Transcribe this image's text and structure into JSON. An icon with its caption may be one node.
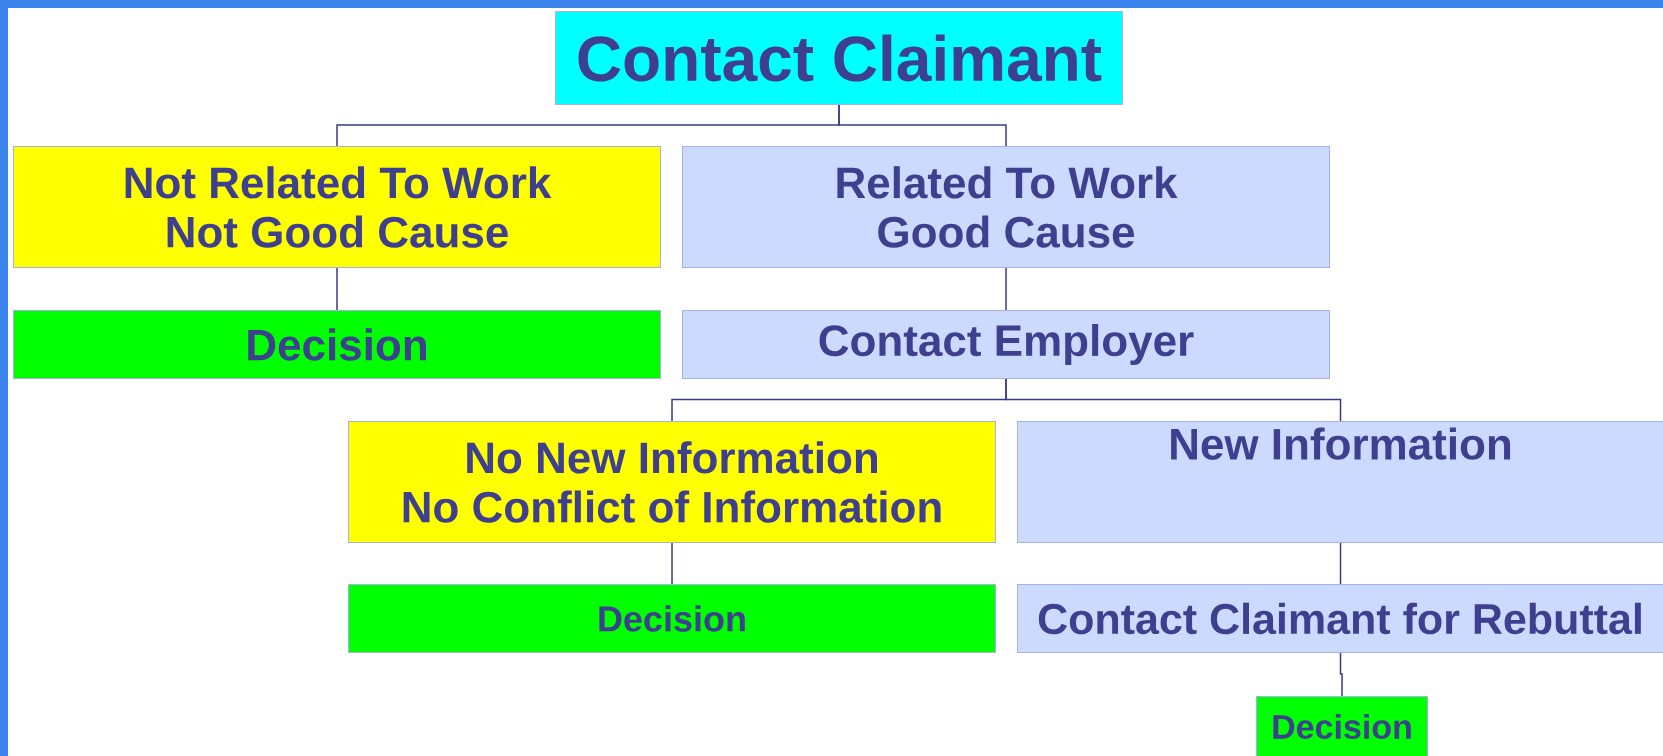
{
  "diagram": {
    "nodes": [
      {
        "text": [
          "Contact Claimant"
        ]
      },
      {
        "text": [
          "Not Related To Work Not Good Cause"
        ]
      },
      {
        "text": [
          "Related To Work Good Cause"
        ]
      },
      {
        "text": [
          "Decision"
        ]
      },
      {
        "text": [
          "Contact Employer"
        ]
      },
      {
        "text": [
          "No New Information No Conflict of Information"
        ]
      },
      {
        "text": [
          "New Information"
        ]
      },
      {
        "text": [
          "Decision"
        ]
      },
      {
        "text": [
          "Contact Claimant for Rebuttal"
        ]
      },
      {
        "text": [
          "Decision"
        ]
      }
    ],
    "edges": [
      {
        "from": 0,
        "to": 1,
        "arrow": "none"
      },
      {
        "from": 0,
        "to": 2,
        "arrow": "none"
      },
      {
        "from": 1,
        "to": 3,
        "arrow": "none"
      },
      {
        "from": 2,
        "to": 4,
        "arrow": "none"
      },
      {
        "from": 4,
        "to": 5,
        "arrow": "none"
      },
      {
        "from": 4,
        "to": 6,
        "arrow": "none"
      },
      {
        "from": 5,
        "to": 7,
        "arrow": "none"
      },
      {
        "from": 6,
        "to": 8,
        "arrow": "none"
      },
      {
        "from": 8,
        "to": 9,
        "arrow": "none"
      }
    ]
  }
}
